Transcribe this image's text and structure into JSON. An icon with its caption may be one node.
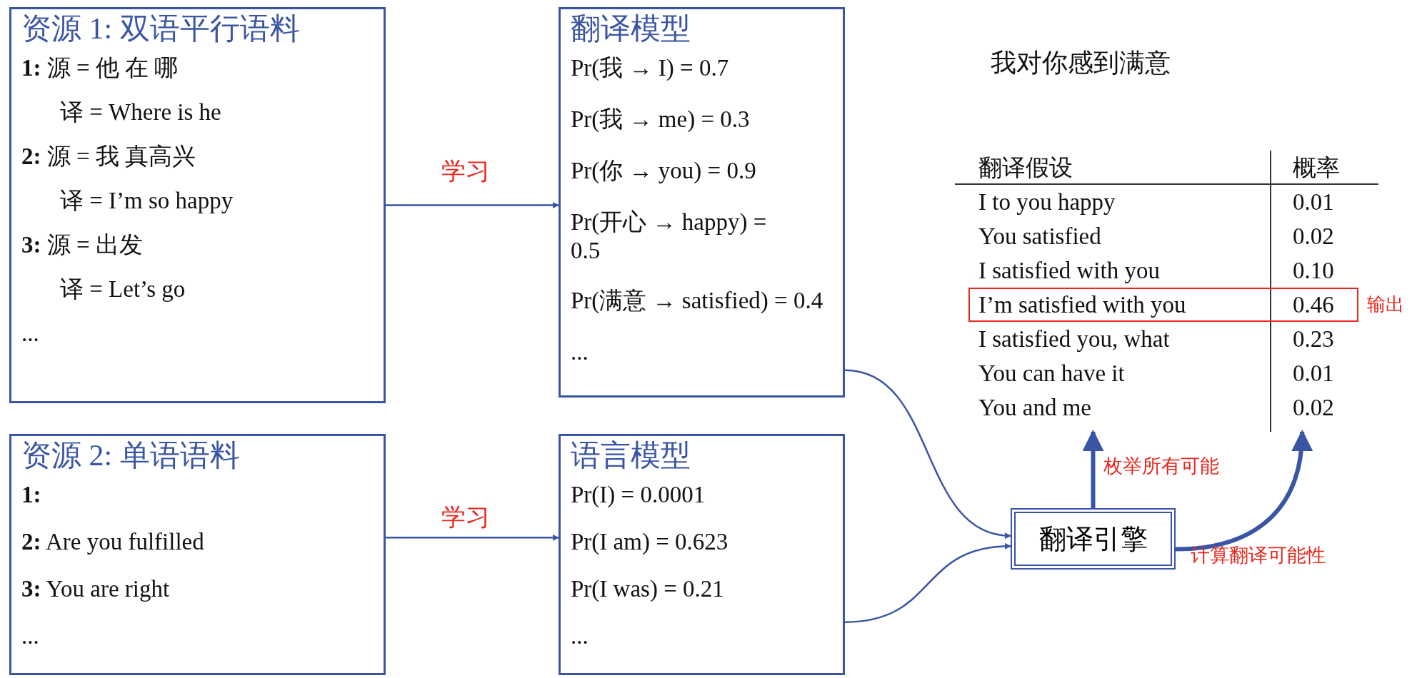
{
  "diagram": {
    "nodes": [
      {
        "text": [
          "资源 1: 双语平行语料",
          "**1:** 源 = 他 在 哪",
          "译 = Where is he",
          "**2:** 源 = 我 真高兴",
          "译 = I’m so happy",
          "**3:** 源 = 出发",
          "译 = Let’s go",
          "..."
        ]
      },
      {
        "text": [
          "翻译模型",
          "Pr(我 → I) = 0.7",
          "Pr(我 → me) = 0.3",
          "Pr(你 → you) = 0.9",
          "Pr(开心 → happy) = 0.5",
          "Pr(满意 → satisfied) = 0.4",
          "..."
        ]
      },
      {
        "text": [
          "资源 2: 单语语料",
          "**1:**",
          "**2:** Are you fulfilled",
          "**3:** You are right",
          "..."
        ]
      },
      {
        "text": [
          "语言模型",
          "Pr(I) = 0.0001",
          "Pr(I am) = 0.623",
          "Pr(I was) = 0.21",
          "..."
        ]
      },
      {
        "text": [
          "翻译引擎"
        ]
      },
      {
        "text": [
          "翻译假设",
          "概率",
          "I to you happy",
          "0.01",
          "You satisfied",
          "0.02",
          "I satisfied with you",
          "0.10",
          "I satisfied you, what",
          "0.23",
          "You can have it",
          "0.01",
          "You and me",
          "0.02"
        ]
      },
      {
        "text": [
          "I’m satisfied with you",
          "0.46"
        ],
        "in": 5,
        "beside": [
          "输出"
        ]
      }
    ],
    "edges": [
      {
        "from": 0,
        "to": 1,
        "arrow": "to",
        "label": "学习"
      },
      {
        "from": 2,
        "to": 3,
        "arrow": "to",
        "label": "学习"
      },
      {
        "from": 1,
        "to": 4,
        "arrow": "to"
      },
      {
        "from": 3,
        "to": 4,
        "arrow": "to"
      },
      {
        "from": 4,
        "to": 5,
        "arrow": "to",
        "label": "枚举所有可能",
        "style": "thick"
      },
      {
        "from": 4,
        "to": 5,
        "arrow": "to",
        "label": "计算翻译可能性",
        "style": "thick"
      }
    ],
    "labels": [
      "我对你感到满意"
    ]
  }
}
